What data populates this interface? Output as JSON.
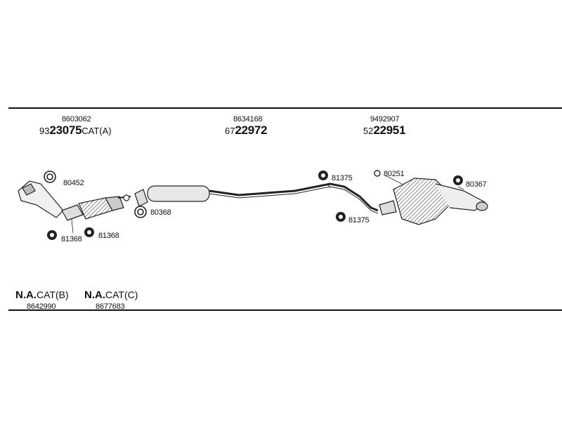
{
  "kits": [
    {
      "number": "8603062",
      "prefix": "93",
      "code": "23075",
      "suffix": "CAT(A)"
    },
    {
      "number": "8634168",
      "prefix": "67",
      "code": "22972",
      "suffix": ""
    },
    {
      "number": "9492907",
      "prefix": "52",
      "code": "22951",
      "suffix": ""
    }
  ],
  "parts": {
    "p80452": "80452",
    "p80368": "80368",
    "p81368_a": "81368",
    "p81368_b": "81368",
    "p81375_top": "81375",
    "p81375_bottom": "81375",
    "p80251": "80251",
    "p80367": "80367"
  },
  "not_available": [
    {
      "na_label": "N.A.",
      "suffix": "CAT(B)",
      "number": "8642990"
    },
    {
      "na_label": "N.A.",
      "suffix": "CAT(C)",
      "number": "8677683"
    }
  ]
}
